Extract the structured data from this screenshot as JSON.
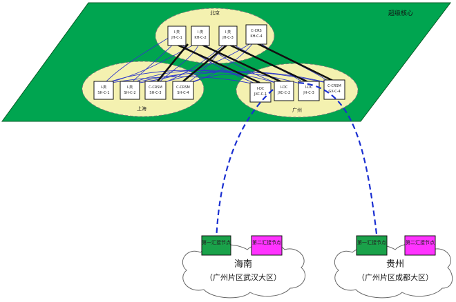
{
  "title": "超级核心",
  "colors": {
    "plane": "#00a550",
    "ellipse": "#f4f1b0",
    "node_fill": "#ffffff",
    "green_box": "#1aa24a",
    "magenta_box": "#ff33ff",
    "blue_link": "#2f38c8",
    "dashed_link": "#1a2fd1"
  },
  "core_groups": [
    {
      "id": "beijing",
      "label": "北京",
      "nodes": [
        {
          "line1": "I-类",
          "line2": "JH-C-1"
        },
        {
          "line1": "I-类",
          "line2": "KH-C-2"
        },
        {
          "line1": "I-类",
          "line2": "JH-C-3"
        },
        {
          "line1": "C-CRS",
          "line2": "KH-C-4"
        }
      ]
    },
    {
      "id": "shanghai",
      "label": "上海",
      "nodes": [
        {
          "line1": "I-类",
          "line2": "SH-C-1"
        },
        {
          "line1": "I-类",
          "line2": "SH-C-2"
        },
        {
          "line1": "C-CRSM",
          "line2": "SH-C-3"
        },
        {
          "line1": "C-CRSM",
          "line2": "SH-C-4"
        }
      ]
    },
    {
      "id": "guangzhou",
      "label": "广州",
      "nodes": [
        {
          "line1": "I-DC",
          "line2": "JXC-C-1"
        },
        {
          "line1": "I-DC",
          "line2": "JXC-C-2"
        },
        {
          "line1": "I-DC",
          "line2": "JH-C-3"
        },
        {
          "line1": "C-CRSM",
          "line2": "GX-C-4"
        }
      ]
    }
  ],
  "regions": [
    {
      "name": "海南",
      "sub": "（广州片区武汉大区）",
      "box1": "第一汇接节点",
      "box2": "第二汇接节点"
    },
    {
      "name": "贵州",
      "sub": "（广州片区成都大区）",
      "box1": "第一汇接节点",
      "box2": "第二汇接节点"
    }
  ]
}
